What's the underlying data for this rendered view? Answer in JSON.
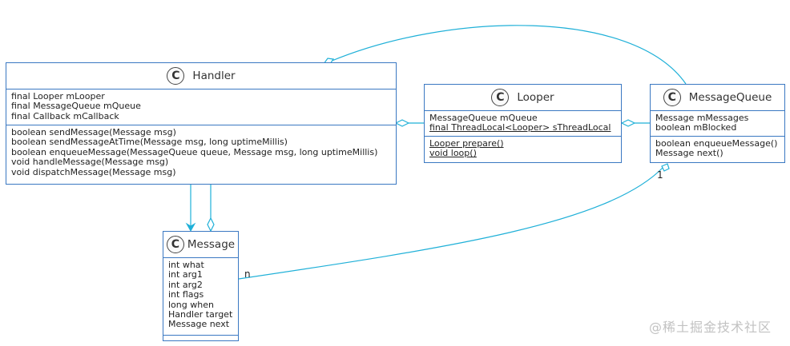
{
  "classes": {
    "handler": {
      "badge": "C",
      "name": "Handler",
      "fields": [
        "final Looper mLooper",
        "final MessageQueue mQueue",
        "final Callback mCallback"
      ],
      "methods": [
        "boolean sendMessage(Message msg)",
        "boolean sendMessageAtTime(Message msg, long uptimeMillis)",
        "boolean enqueueMessage(MessageQueue queue, Message msg, long uptimeMillis)",
        "void handleMessage(Message msg)",
        "void dispatchMessage(Message msg)"
      ]
    },
    "looper": {
      "badge": "C",
      "name": "Looper",
      "fields": [
        "MessageQueue mQueue",
        "final ThreadLocal<Looper> sThreadLocal"
      ],
      "methods": [
        "Looper prepare()",
        "void loop()"
      ]
    },
    "messagequeue": {
      "badge": "C",
      "name": "MessageQueue",
      "fields": [
        "Message mMessages",
        "boolean mBlocked"
      ],
      "methods": [
        "boolean enqueueMessage()",
        "Message next()"
      ]
    },
    "message": {
      "badge": "C",
      "name": "Message",
      "fields": [
        "int what",
        "int arg1",
        "int arg2",
        "int flags",
        "long when",
        "Handler target",
        "Message next"
      ],
      "methods": []
    }
  },
  "multiplicities": {
    "queue_side": "1",
    "message_side": "n"
  },
  "watermark": "@稀土掘金技术社区",
  "colors": {
    "line": "#1fb0d8",
    "border": "#3a78c2"
  }
}
